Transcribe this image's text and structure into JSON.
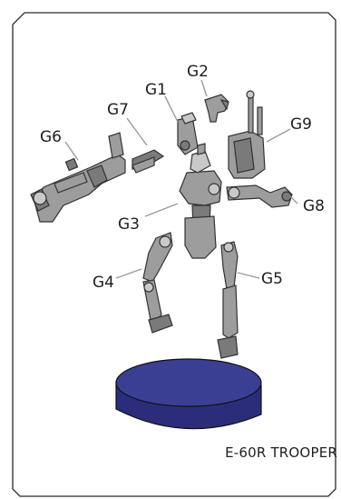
{
  "model_name": "E-60R TROOPER",
  "labels": {
    "g1": "G1",
    "g2": "G2",
    "g3": "G3",
    "g4": "G4",
    "g5": "G5",
    "g6": "G6",
    "g7": "G7",
    "g8": "G8",
    "g9": "G9"
  },
  "colors": {
    "base": "#2b2d7a",
    "base_top": "#3b3f94",
    "part": "#9d9d9d",
    "frame": "#2a2a2a"
  }
}
